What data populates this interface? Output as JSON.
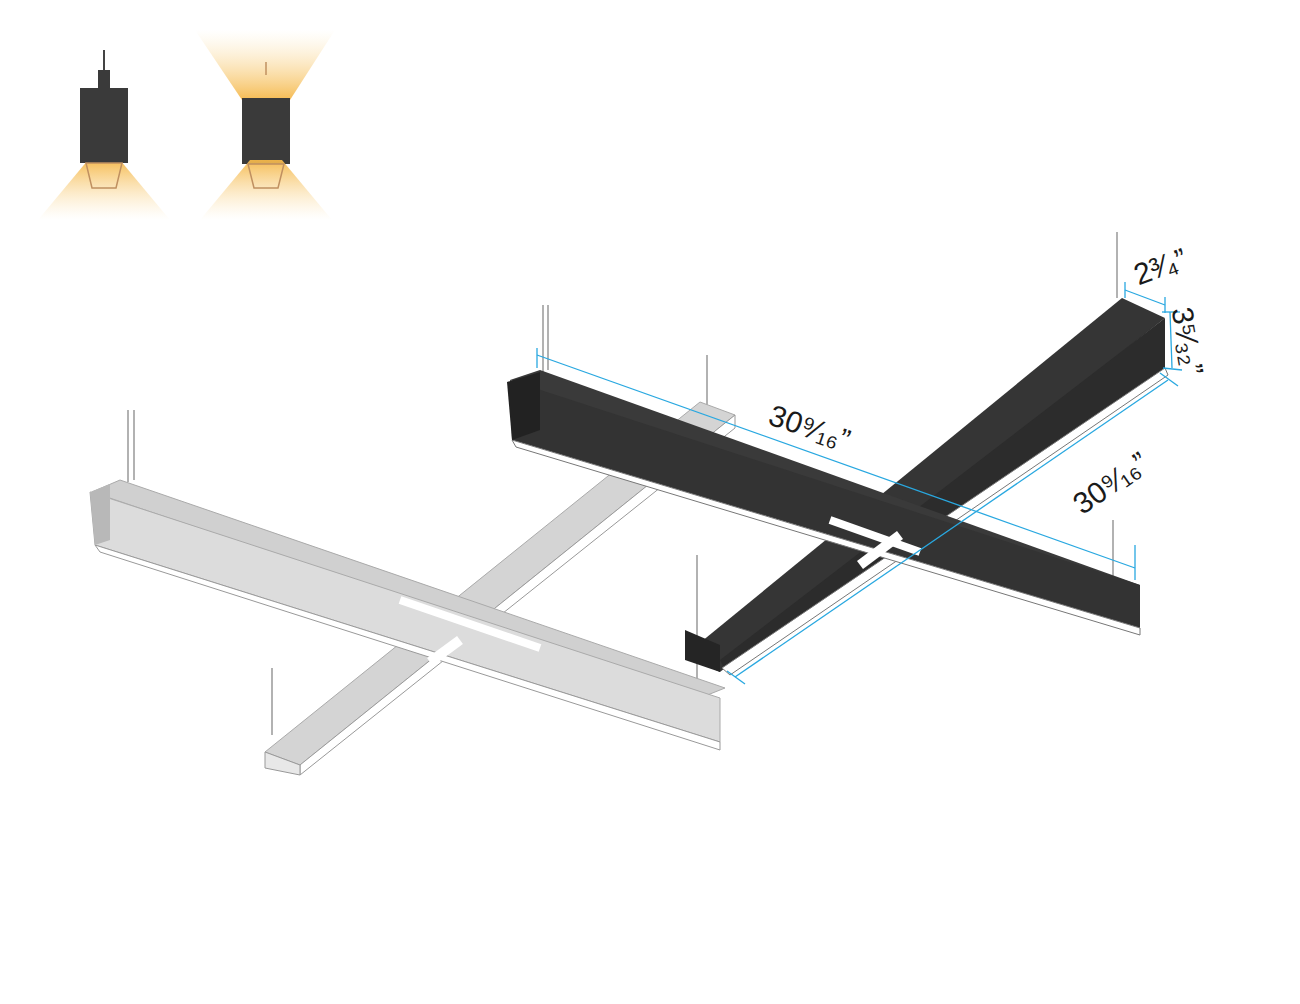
{
  "diagram": {
    "labels": [
      "2³⁄₄”",
      "3⁵⁄₃₂”",
      "30⁹⁄₁₆”",
      "30⁹⁄₁₆”"
    ]
  }
}
